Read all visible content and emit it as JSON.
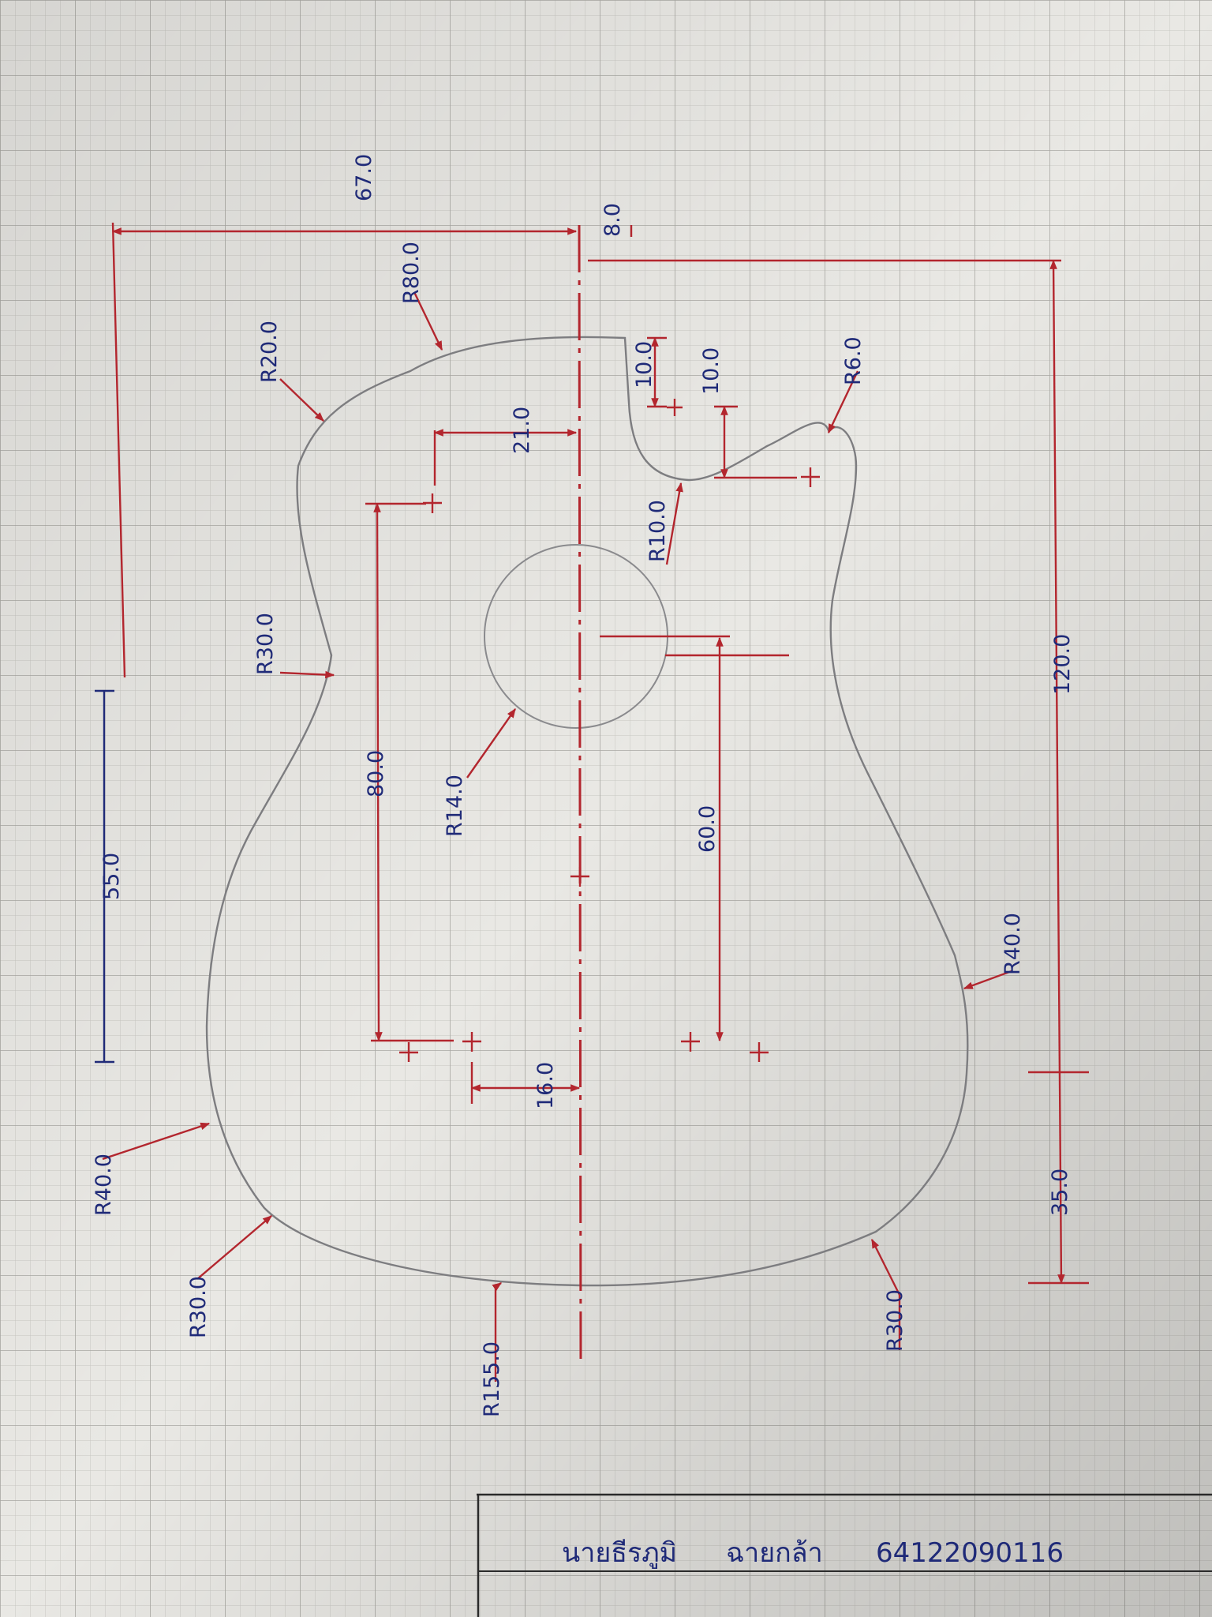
{
  "drawing": {
    "colors": {
      "paper": "#e9e8e4",
      "grid": "#b9b8b3",
      "outline": "#7d7d80",
      "dimension": "#b3262e",
      "ink": "#1f2a78"
    },
    "dimensions": {
      "d67": "67.0",
      "d8": "8.0",
      "d120": "120.0",
      "d35": "35.0",
      "d55": "55.0",
      "d80": "80.0",
      "d60": "60.0",
      "d21": "21.0",
      "d16": "16.0",
      "d10a": "10.0",
      "d10b": "10.0"
    },
    "radii": {
      "r80": "R80.0",
      "r20": "R20.0",
      "r30_waist": "R30.0",
      "r40_lower_left": "R40.0",
      "r30_lower_left": "R30.0",
      "r155": "R155.0",
      "r14": "R14.0",
      "r10": "R10.0",
      "r6": "R6.0",
      "r40_right": "R40.0",
      "r30_lower_right": "R30.0"
    },
    "title_block": {
      "name": "นายธีรภูมิ",
      "surname": "ฉายกล้า",
      "student_id": "64122090116"
    }
  }
}
